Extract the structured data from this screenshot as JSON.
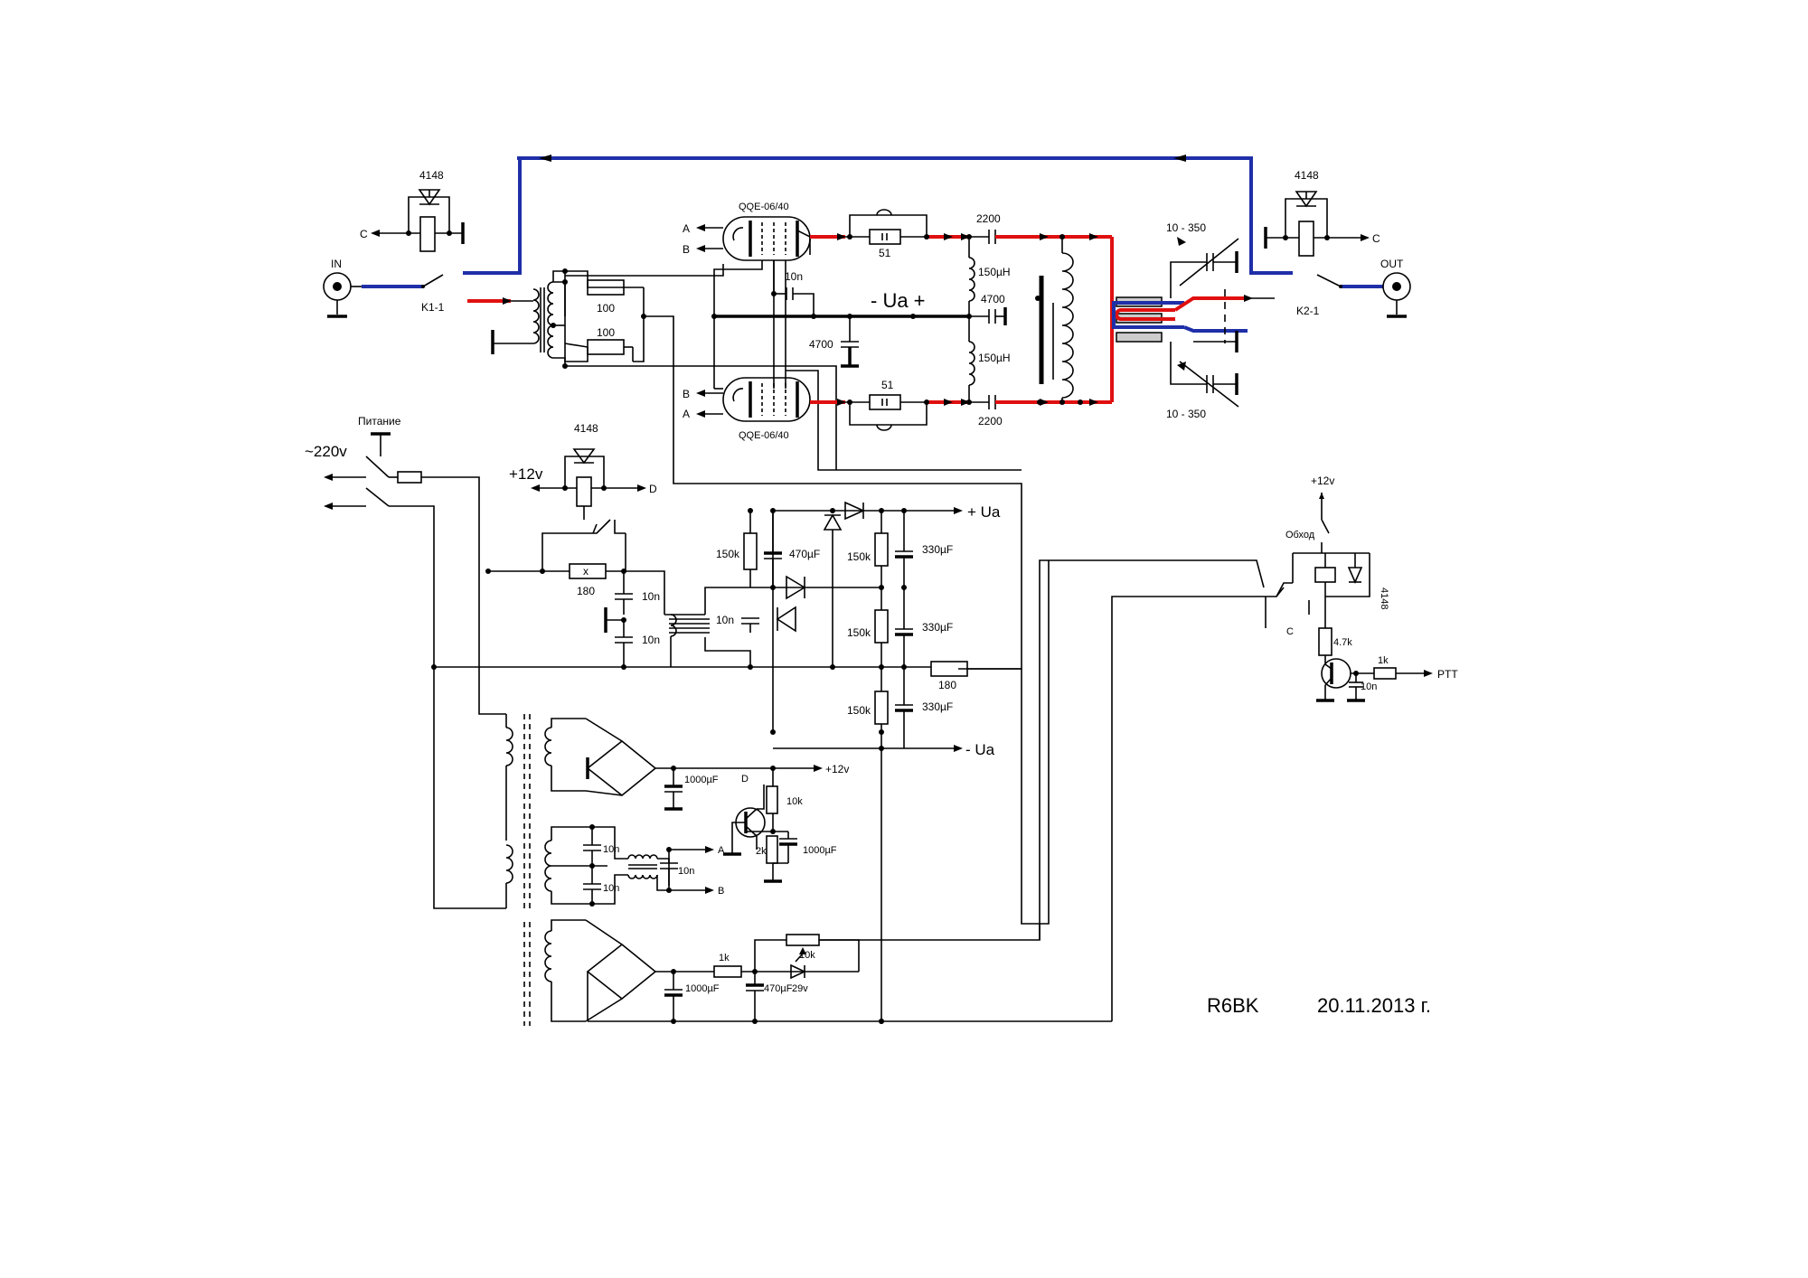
{
  "labels": {
    "in": "IN",
    "out": "OUT",
    "k1": "K1-1",
    "k2": "K2-1",
    "d_top_left": "4148",
    "d_top_right": "4148",
    "d_ptt": "4148",
    "d_ps": "4148",
    "c_left": "C",
    "c_right": "C",
    "c_ptt": "C",
    "tube_top": "QQE-06/40",
    "tube_bottom": "QQE-06/40",
    "a_top": "A",
    "b_top": "B",
    "b_bot": "B",
    "a_bot": "A",
    "r100_top": "100",
    "r100_bot": "100",
    "c10n_grid": "10n",
    "ua_center": "- Ua +",
    "c4700_low": "4700",
    "r51_top": "51",
    "r51_bot": "51",
    "c2200_top": "2200",
    "c2200_bot": "2200",
    "l150_top": "150µH",
    "c4700_mid": "4700",
    "l150_bot": "150µH",
    "cv_top": "10 - 350",
    "cv_bot": "10 - 350",
    "mains": "~220v",
    "power_sw": "Питание",
    "plus12": "+12v",
    "rx": "x",
    "r180": "180",
    "c10n_a": "10n",
    "c10n_b": "10n",
    "c10n_c": "10n",
    "r150k_a": "150k",
    "c470": "470µF",
    "r150k_b": "150k",
    "c330_a": "330µF",
    "r150k_c": "150k",
    "c330_b": "330µF",
    "r150k_d": "150k",
    "c330_c": "330µF",
    "r180_b": "180",
    "plus_ua": "+ Ua",
    "minus_ua": "- Ua",
    "out12": "+12v",
    "c1000_a": "1000µF",
    "q_d": "D",
    "r10k": "10k",
    "r2k": "2k",
    "c1000_b": "1000µF",
    "f10n_a": "10n",
    "f10n_b": "10n",
    "f10n_c": "10n",
    "fa": "A",
    "fb": "B",
    "r1k": "1k",
    "c1000_c": "1000µF",
    "c470_b": "470µF",
    "pot10k": "10k",
    "z29": "29v",
    "ptt12": "+12v",
    "bypass": "Обход",
    "r47k": "4.7k",
    "rptt1k": "1k",
    "cptt10n": "10n",
    "ptt": "PTT",
    "author": "R6BK",
    "date": "20.11.2013 г."
  },
  "colors": {
    "rf_input_path": "#1f2fa8",
    "rf_anode_path": "#e01010",
    "wire": "#000000",
    "background": "#ffffff"
  }
}
